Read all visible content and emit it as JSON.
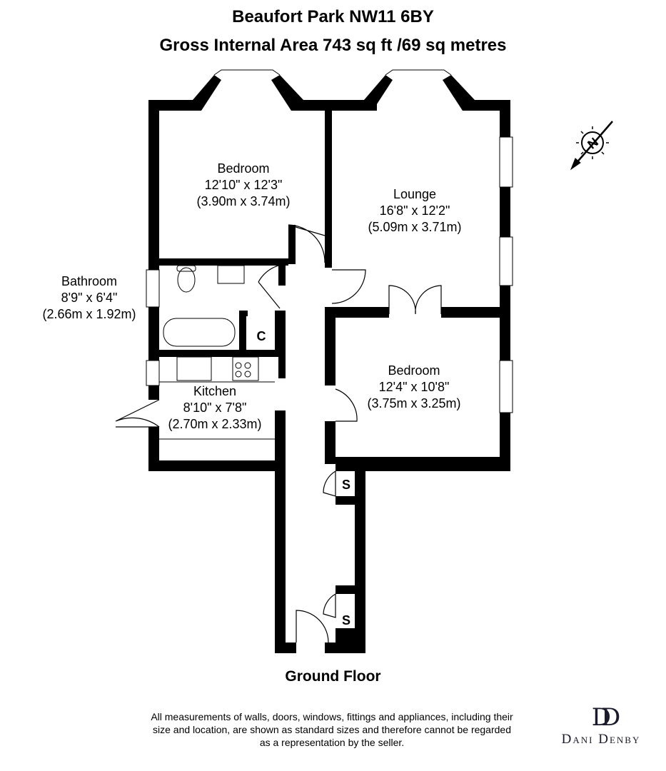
{
  "header": {
    "address": "Beaufort Park NW11 6BY",
    "area": "Gross Internal Area 743 sq ft /69 sq metres"
  },
  "rooms": {
    "bedroom1": {
      "name": "Bedroom",
      "imperial": "12'10\" x 12'3\"",
      "metric": "(3.90m x 3.74m)"
    },
    "lounge": {
      "name": "Lounge",
      "imperial": "16'8\" x 12'2\"",
      "metric": "(5.09m x 3.71m)"
    },
    "bathroom": {
      "name": "Bathroom",
      "imperial": "8'9\" x 6'4\"",
      "metric": "(2.66m x 1.92m)"
    },
    "kitchen": {
      "name": "Kitchen",
      "imperial": "8'10\" x 7'8\"",
      "metric": "(2.70m x 2.33m)"
    },
    "bedroom2": {
      "name": "Bedroom",
      "imperial": "12'4\" x 10'8\"",
      "metric": "(3.75m x 3.25m)"
    },
    "cupboard_label": "C",
    "storage_label": "S"
  },
  "compass": {
    "label": "N"
  },
  "floor_label": "Ground Floor",
  "disclaimer": "All measurements of walls, doors, windows, fittings and appliances, including their size and location, are shown as standard sizes and therefore cannot be regarded as a representation by the seller.",
  "logo": {
    "mark": "DD",
    "text": "Dani Denby"
  },
  "colors": {
    "wall": "#000000",
    "background": "#ffffff"
  }
}
